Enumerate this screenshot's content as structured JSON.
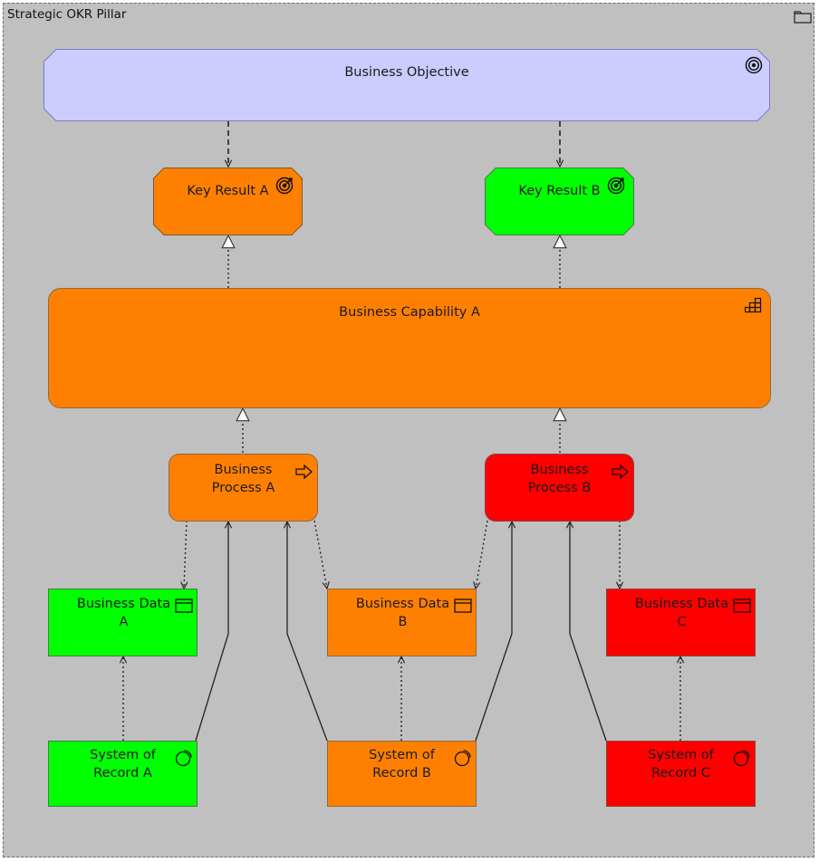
{
  "pillar": {
    "title": "Strategic OKR Pillar",
    "icon": "folder-icon"
  },
  "objective": {
    "label": "Business Objective",
    "icon": "goal-icon",
    "color": "#ccccff"
  },
  "key_results": [
    {
      "label": "Key Result A",
      "icon": "outcome-icon",
      "color": "#ff8000"
    },
    {
      "label": "Key Result B",
      "icon": "outcome-icon",
      "color": "#00ff00"
    }
  ],
  "capability": {
    "label": "Business Capability A",
    "icon": "capability-icon",
    "color": "#ff8000"
  },
  "processes": [
    {
      "label": "Business Process A",
      "icon": "process-arrow-icon",
      "color": "#ff8000"
    },
    {
      "label": "Business Process B",
      "icon": "process-arrow-icon",
      "color": "#ff0000"
    }
  ],
  "data_objects": [
    {
      "label": "Business Data A",
      "icon": "data-object-icon",
      "color": "#00ff00"
    },
    {
      "label": "Business Data B",
      "icon": "data-object-icon",
      "color": "#ff8000"
    },
    {
      "label": "Business Data C",
      "icon": "data-object-icon",
      "color": "#ff0000"
    }
  ],
  "systems": [
    {
      "label": "System of Record A",
      "icon": "application-service-icon",
      "color": "#00ff00"
    },
    {
      "label": "System of Record B",
      "icon": "application-service-icon",
      "color": "#ff8000"
    },
    {
      "label": "System of Record C",
      "icon": "application-service-icon",
      "color": "#ff0000"
    }
  ]
}
